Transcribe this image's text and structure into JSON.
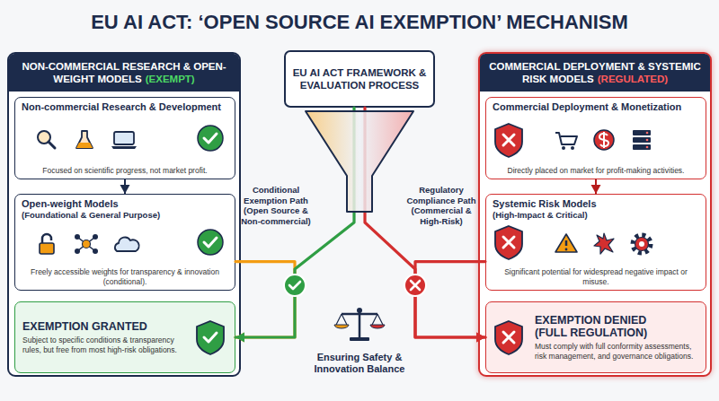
{
  "diagram": {
    "title": "EU AI ACT: ‘OPEN SOURCE AI EXEMPTION’ MECHANISM",
    "nodes": [
      {
        "text": [
          "NON-COMMERCIAL RESEARCH & OPEN-WEIGHT MODELS",
          "(EXEMPT)"
        ]
      },
      {
        "text": [
          "Non-commercial Research & Development",
          "Focused on scientific progress, not market profit."
        ],
        "in": 0
      },
      {
        "text": [
          "Open-weight Models",
          "(Foundational & General Purpose)",
          "Freely accessible weights for transparency & innovation (conditional)."
        ],
        "in": 0
      },
      {
        "text": [
          "EXEMPTION GRANTED",
          "Subject to specific conditions & transparency rules, but free from most high-risk obligations."
        ],
        "in": 0
      },
      {
        "text": [
          "EU AI ACT FRAMEWORK & EVALUATION PROCESS"
        ]
      },
      {
        "text": [
          "COMMERCIAL DEPLOYMENT & SYSTEMIC RISK MODELS",
          "(REGULATED)"
        ]
      },
      {
        "text": [
          "Commercial Deployment & Monetization",
          "Directly placed on market for profit-making activities."
        ],
        "in": 5
      },
      {
        "text": [
          "Systemic Risk Models",
          "(High-Impact & Critical)",
          "Significant potential for widespread negative impact or misuse."
        ],
        "in": 5
      },
      {
        "text": [
          "EXEMPTION DENIED",
          "(FULL REGULATION)",
          "Must comply with full conformity assessments, risk management, and governance obligations."
        ],
        "in": 5
      }
    ],
    "edges": [
      {
        "from": 1,
        "to": 2,
        "arrow": "to"
      },
      {
        "from": 6,
        "to": 7,
        "arrow": "to"
      },
      {
        "from": 4,
        "to": 3,
        "arrow": "to",
        "label": "Conditional Exemption Path (Open Source & Non-commercial)"
      },
      {
        "from": 2,
        "to": 3,
        "arrow": "to"
      },
      {
        "from": 4,
        "to": 8,
        "arrow": "to",
        "label": "Regulatory Compliance Path (Commercial & High-Risk)"
      },
      {
        "from": 7,
        "to": 8,
        "arrow": "to"
      }
    ],
    "labels": [
      "Ensuring Safety & Innovation Balance"
    ]
  }
}
